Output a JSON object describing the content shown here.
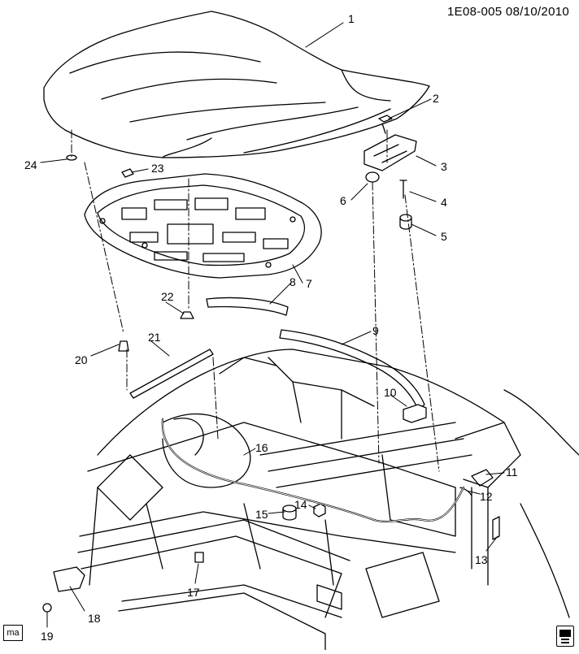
{
  "header": {
    "code": "1E08-005 08/10/2010"
  },
  "badge": "ma",
  "icons": {
    "corner": "book-icon"
  },
  "callouts": [
    "1",
    "2",
    "3",
    "4",
    "5",
    "6",
    "7",
    "8",
    "9",
    "10",
    "11",
    "12",
    "13",
    "14",
    "15",
    "16",
    "17",
    "18",
    "19",
    "20",
    "21",
    "22",
    "23",
    "24"
  ]
}
